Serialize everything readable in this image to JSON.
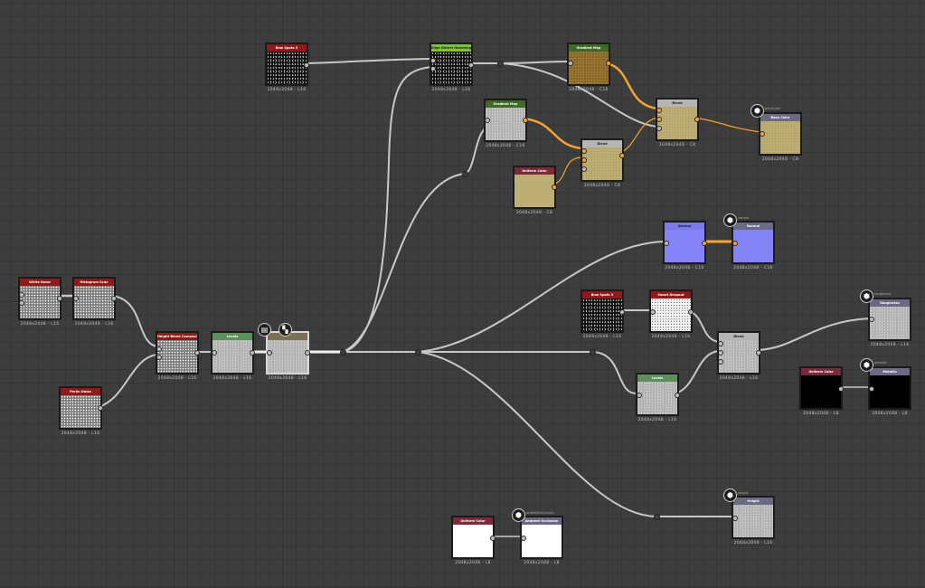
{
  "app": {
    "view": "Substance graph editor"
  },
  "colors": {
    "generator_header": "#8e1a1a",
    "uniform_header": "#7a2a3a",
    "filter_header": "#5d8f5d",
    "gradient_header": "#3f6a25",
    "blend_header": "#b5b5b5",
    "normal_header": "#6a6a88",
    "output_header": "#6a6a84",
    "edge_detect_header": "#7cc43a",
    "wire_gray": "#c8c8c8",
    "wire_orange": "#f2a530"
  },
  "nodes": {
    "bnw_spots_top": {
      "title": "Bnw Spots 3",
      "res": "2048x2048 - L16"
    },
    "edge_detect": {
      "title": "Edge Detect Hamming",
      "res": "2048x2048 - L16"
    },
    "gradient_map_top": {
      "title": "Gradient Map",
      "res": "2048x2048 - C16"
    },
    "gradient_map_mid": {
      "title": "Gradient Map",
      "res": "2048x2048 - C16"
    },
    "blend_c8_a": {
      "title": "Blend",
      "res": "2048x2048 - C8"
    },
    "blend_c8_b": {
      "title": "Blend",
      "res": "2048x2048 - C8"
    },
    "uniform_color_sand": {
      "title": "Uniform Color",
      "res": "2048x2048 - C8"
    },
    "base_color_out": {
      "title": "Base Color",
      "res": "2048x2048 - C8",
      "usage": "baseColor"
    },
    "normal": {
      "title": "Normal",
      "res": "2048x2048 - C16"
    },
    "normal_out": {
      "title": "Normal",
      "res": "2048x2048 - C16",
      "usage": "normal"
    },
    "white_noise": {
      "title": "White Noise",
      "res": "2048x2048 - L16"
    },
    "histogram_scan": {
      "title": "Histogram Scan",
      "res": "2048x2048 - L16"
    },
    "perlin_noise": {
      "title": "Perlin Noise",
      "res": "2048x2048 - L16"
    },
    "height_blend": {
      "title": "Height Blend Composite",
      "res": "2048x2048 - L16"
    },
    "levels_a": {
      "title": "Levels",
      "res": "2048x2048 - L16"
    },
    "selected_node": {
      "title": "",
      "res": "2048x2048 - L16"
    },
    "bnw_spots_mid": {
      "title": "Bnw Spots 3",
      "res": "2048x2048 - L16"
    },
    "smart_dropout": {
      "title": "Smart Dropout",
      "res": "2048x2048 - L16"
    },
    "blend_l16": {
      "title": "Blend",
      "res": "2048x2048 - L16"
    },
    "levels_b": {
      "title": "Levels",
      "res": "2048x2048 - L16"
    },
    "roughness_out": {
      "title": "Roughness",
      "res": "2048x2048 - L16",
      "usage": "roughness"
    },
    "uniform_color_black": {
      "title": "Uniform Color",
      "res": "2048x2048 - L8"
    },
    "metallic_out": {
      "title": "Metallic",
      "res": "2048x2048 - L8",
      "usage": "metallic"
    },
    "height_out": {
      "title": "Height",
      "res": "2048x2048 - L16",
      "usage": "height"
    },
    "uniform_color_white": {
      "title": "Uniform Color",
      "res": "2048x2048 - L8"
    },
    "ao_out": {
      "title": "Ambient Occlusion",
      "res": "2048x2048 - L8",
      "usage": "ambientOcclusion"
    }
  },
  "icons": {
    "output": "cube-icon",
    "comment": "document-icon",
    "preview": "checker-icon"
  }
}
